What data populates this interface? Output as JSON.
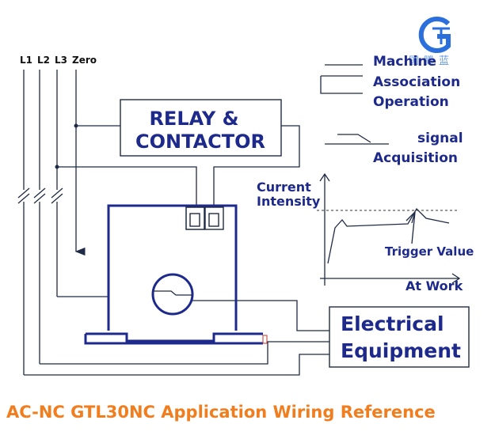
{
  "lines": {
    "l1": "L1",
    "l2": "L2",
    "l3": "L3",
    "zero": "Zero"
  },
  "relay": {
    "line1": "RELAY &",
    "line2": "CONTACTOR"
  },
  "machine": {
    "line1": "Machine",
    "line2": "Association",
    "line3": "Operation"
  },
  "signal": {
    "line1": "signal",
    "line2": "Acquisition"
  },
  "graph": {
    "ylabel_line1": "Current",
    "ylabel_line2": "Intensity",
    "trigger_label": "Trigger Value",
    "xlabel": "At Work"
  },
  "equipment": {
    "line1": "Electrical",
    "line2": "Equipment"
  },
  "logo": {
    "letters": "GTC",
    "chinese_text": "国腾蓝"
  },
  "caption": "AC-NC GTL30NC Application Wiring Reference",
  "colors": {
    "primary_blue": "#1d2a8c",
    "line_color": "#1f2a44",
    "caption_orange": "#f07d1e",
    "logo_blue": "#2a6fdb"
  }
}
